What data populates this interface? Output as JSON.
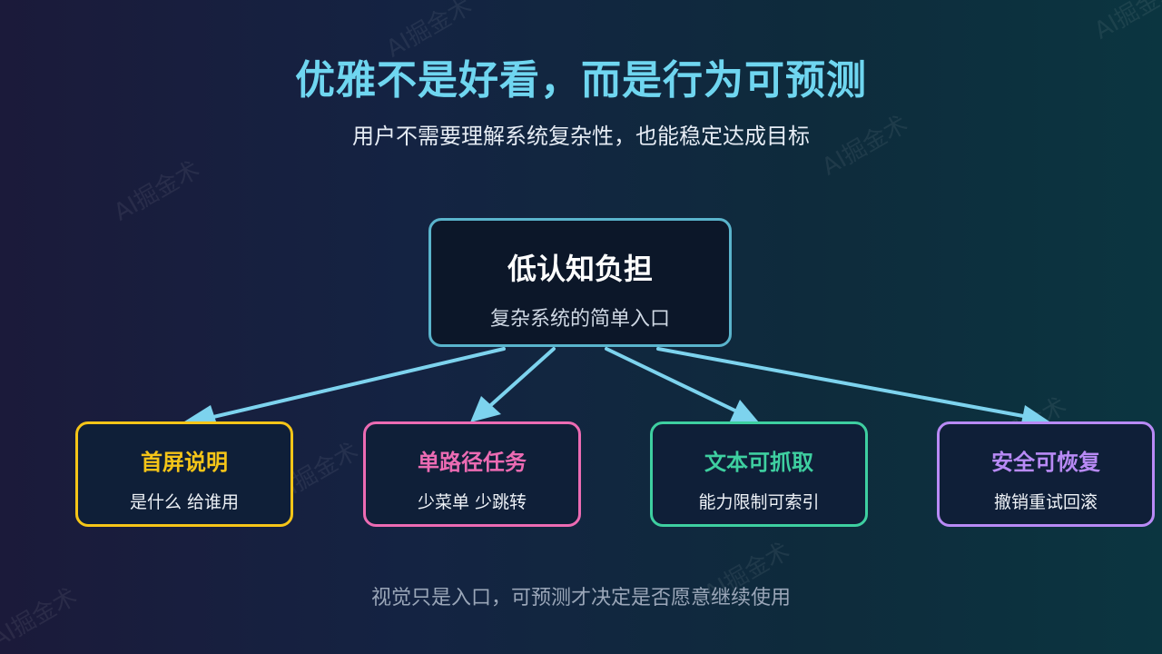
{
  "header": {
    "title": "优雅不是好看，而是行为可预测",
    "subtitle": "用户不需要理解系统复杂性，也能稳定达成目标"
  },
  "diagram": {
    "center": {
      "title": "低认知负担",
      "description": "复杂系统的简单入口"
    },
    "children": [
      {
        "title": "首屏说明",
        "description": "是什么 给谁用",
        "color": "#f5c518"
      },
      {
        "title": "单路径任务",
        "description": "少菜单 少跳转",
        "color": "#ec6bb3"
      },
      {
        "title": "文本可抓取",
        "description": "能力限制可索引",
        "color": "#3ecfa0"
      },
      {
        "title": "安全可恢复",
        "description": "撤销重试回滚",
        "color": "#b88af5"
      }
    ],
    "connector_color": "#7dd3ee"
  },
  "footer": {
    "text": "视觉只是入口，可预测才决定是否愿意继续使用"
  },
  "watermark": {
    "text": "AI掘金术"
  }
}
